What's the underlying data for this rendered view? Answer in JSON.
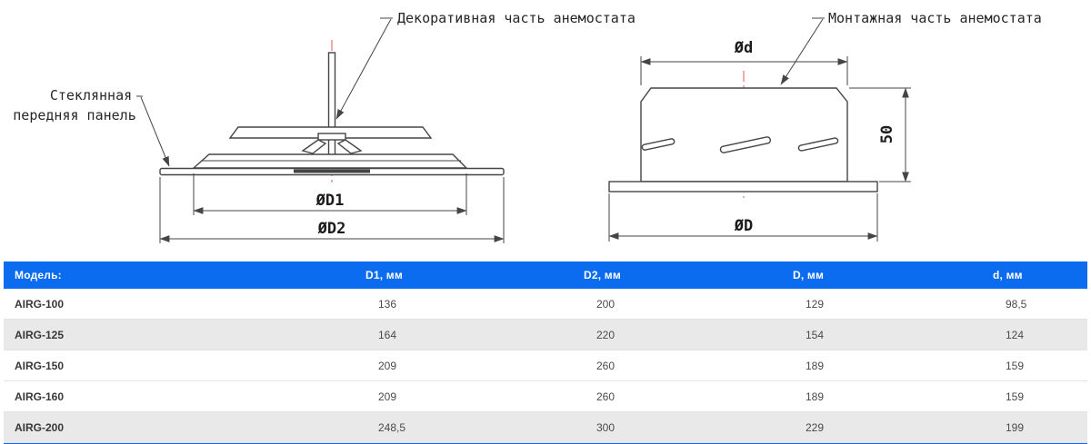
{
  "diagram": {
    "labels": {
      "decorative_part": "Декоративная часть анемостата",
      "mounting_part": "Монтажная часть анемостата",
      "glass_panel_line1": "Стеклянная",
      "glass_panel_line2": "передняя панель"
    },
    "dimensions": {
      "d1": "ØD1",
      "d2": "ØD2",
      "d_small": "Ød",
      "d_big": "ØD",
      "height": "50"
    },
    "colors": {
      "line": "#454545",
      "centerline": "#e25555"
    }
  },
  "table": {
    "accent_color": "#0b6cf0",
    "header": {
      "model": "Модель:",
      "cols": [
        "D1, мм",
        "D2, мм",
        "D, мм",
        "d, мм"
      ]
    },
    "rows": [
      {
        "model": "AIRG-100",
        "values": [
          "136",
          "200",
          "129",
          "98,5"
        ]
      },
      {
        "model": "AIRG-125",
        "values": [
          "164",
          "220",
          "154",
          "124"
        ]
      },
      {
        "model": "AIRG-150",
        "values": [
          "209",
          "260",
          "189",
          "159"
        ]
      },
      {
        "model": "AIRG-160",
        "values": [
          "209",
          "260",
          "189",
          "159"
        ]
      },
      {
        "model": "AIRG-200",
        "values": [
          "248,5",
          "300",
          "229",
          "199"
        ]
      }
    ]
  }
}
